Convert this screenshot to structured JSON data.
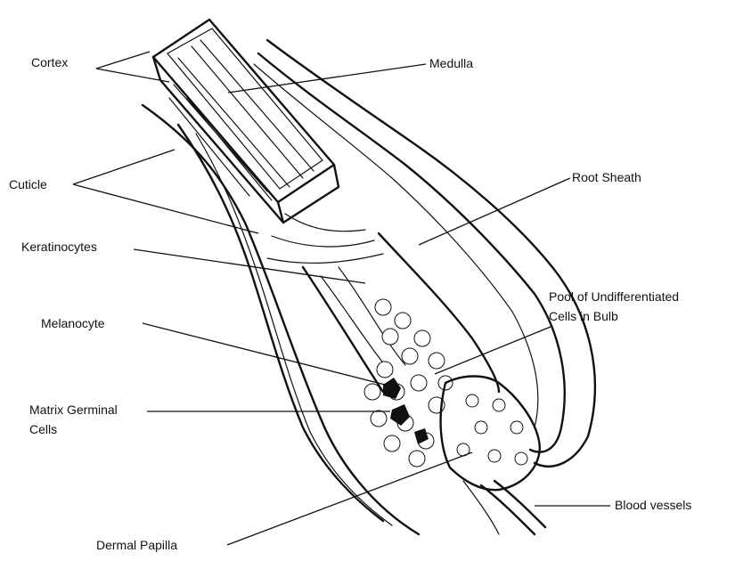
{
  "labels": {
    "cortex": "Cortex",
    "medulla": "Medulla",
    "cuticle": "Cuticle",
    "root_sheath": "Root Sheath",
    "keratinocytes": "Keratinocytes",
    "pool_line1": "Pool of Undifferentiated",
    "pool_line2": "Cells in Bulb",
    "melanocyte": "Melanocyte",
    "matrix_line1": "Matrix Germinal",
    "matrix_line2": "Cells",
    "blood_vessels": "Blood vessels",
    "dermal_papilla": "Dermal Papilla"
  }
}
